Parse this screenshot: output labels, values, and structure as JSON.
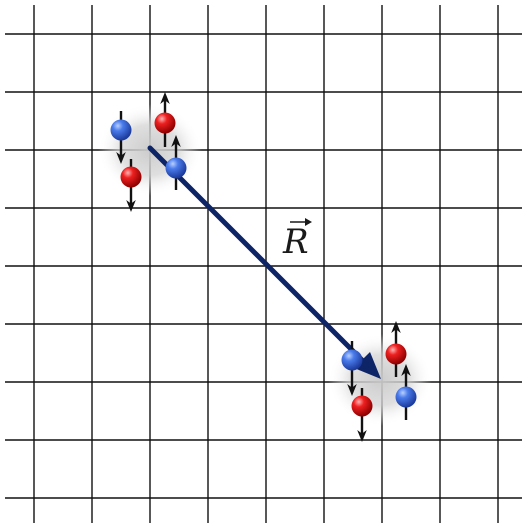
{
  "diagram": {
    "vector_label": "R",
    "colors": {
      "grid": "#111111",
      "vector": "#0d2466",
      "spin_arrow": "#111111",
      "particle_blue": "#3a6de0",
      "particle_red": "#e01b1b",
      "cluster_halo": "#c8c8c8",
      "background": "#ffffff"
    },
    "clusters": [
      {
        "name": "cluster-upper-left",
        "particles": [
          {
            "color": "blue",
            "spin": "down"
          },
          {
            "color": "red",
            "spin": "up"
          },
          {
            "color": "red",
            "spin": "down"
          },
          {
            "color": "blue",
            "spin": "up"
          }
        ]
      },
      {
        "name": "cluster-lower-right",
        "particles": [
          {
            "color": "blue",
            "spin": "down"
          },
          {
            "color": "red",
            "spin": "up"
          },
          {
            "color": "red",
            "spin": "down"
          },
          {
            "color": "blue",
            "spin": "up"
          }
        ]
      }
    ]
  }
}
